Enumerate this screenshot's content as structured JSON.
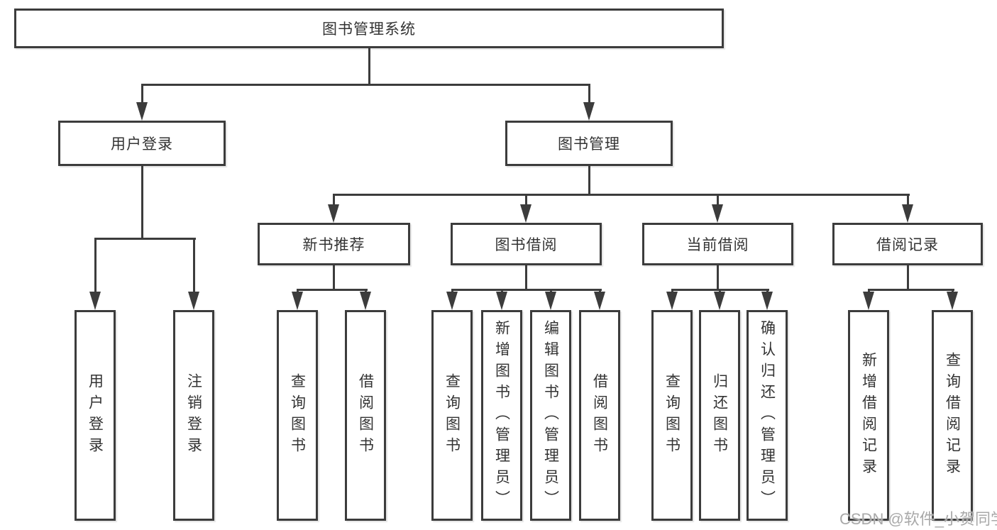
{
  "root": {
    "label": "图书管理系统"
  },
  "login_branch": {
    "label": "用户登录",
    "children": [
      {
        "label": "用户登录"
      },
      {
        "label": "注销登录"
      }
    ]
  },
  "mgmt_branch": {
    "label": "图书管理",
    "sections": [
      {
        "label": "新书推荐",
        "children": [
          {
            "label": "查询图书"
          },
          {
            "label": "借阅图书"
          }
        ]
      },
      {
        "label": "图书借阅",
        "children": [
          {
            "label": "查询图书"
          },
          {
            "label": "新增图书（管理员）"
          },
          {
            "label": "编辑图书（管理员）"
          },
          {
            "label": "借阅图书"
          }
        ]
      },
      {
        "label": "当前借阅",
        "children": [
          {
            "label": "查询图书"
          },
          {
            "label": "归还图书"
          },
          {
            "label": "确认归还（管理员）"
          }
        ]
      },
      {
        "label": "借阅记录",
        "children": [
          {
            "label": "新增借阅记录"
          },
          {
            "label": "查询借阅记录"
          }
        ]
      }
    ]
  },
  "watermark": "CSDN @软件_小贺同学",
  "colors": {
    "line": "#3c3c3c",
    "text": "#333333",
    "watermark": "#a9a9a9",
    "background": "#ffffff"
  }
}
